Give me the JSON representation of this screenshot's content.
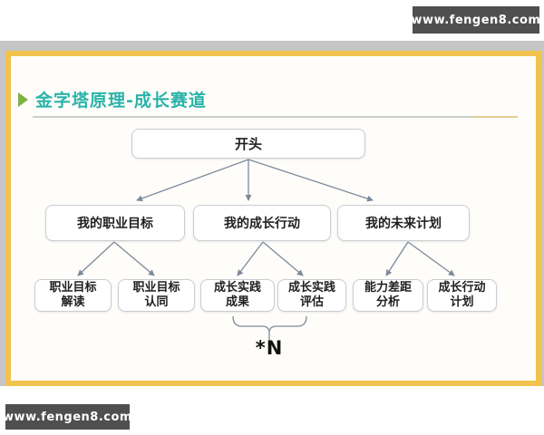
{
  "watermarks": {
    "top": "www.fengen8.com",
    "bottom": "www.fengen8.com"
  },
  "slide": {
    "title": "金字塔原理-成长赛道"
  },
  "diagram": {
    "type": "tree",
    "root": {
      "label": "开头"
    },
    "level2": [
      {
        "label": "我的职业目标"
      },
      {
        "label": "我的成长行动"
      },
      {
        "label": "我的未来计划"
      }
    ],
    "level3": [
      {
        "line1": "职业目标",
        "line2": "解读",
        "parent": "我的职业目标"
      },
      {
        "line1": "职业目标",
        "line2": "认同",
        "parent": "我的职业目标"
      },
      {
        "line1": "成长实践",
        "line2": "成果",
        "parent": "我的成长行动"
      },
      {
        "line1": "成长实践",
        "line2": "评估",
        "parent": "我的成长行动"
      },
      {
        "line1": "能力差距",
        "line2": "分析",
        "parent": "我的未来计划"
      },
      {
        "line1": "成长行动",
        "line2": "计划",
        "parent": "我的未来计划"
      }
    ],
    "annotation": "*N",
    "annotation_applies_to": [
      "成长实践成果",
      "成长实践评估"
    ]
  },
  "colors": {
    "slide_border_yellow": "#f1c24d",
    "title_teal": "#2bb3a9",
    "bullet_green": "#7cb342",
    "connector_gray": "#7d8a9b",
    "badge_bg": "#4f4f4f",
    "node_border": "#c9cdd3"
  }
}
